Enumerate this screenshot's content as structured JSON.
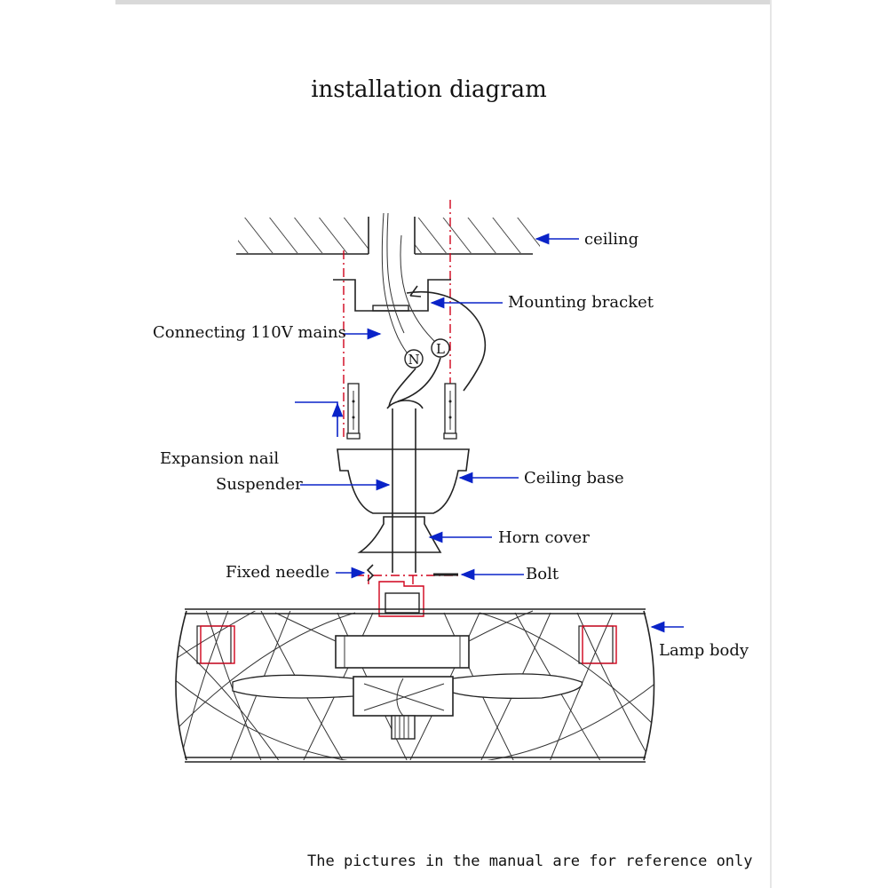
{
  "title": "installation diagram",
  "labels": {
    "ceiling": "ceiling",
    "mounting_bracket": "Mounting bracket",
    "mains": "Connecting 110V mains",
    "neutral": "N",
    "live": "L",
    "expansion_nail": "Expansion nail",
    "suspender": "Suspender",
    "ceiling_base": "Ceiling base",
    "horn_cover": "Horn cover",
    "fixed_needle": "Fixed needle",
    "bolt": "Bolt",
    "lamp_body": "Lamp body"
  },
  "footnote": "The pictures in the manual are for reference only",
  "colors": {
    "annotation_arrow": "#0a23c8",
    "center_line": "#d0021b",
    "drawing": "#222222"
  }
}
